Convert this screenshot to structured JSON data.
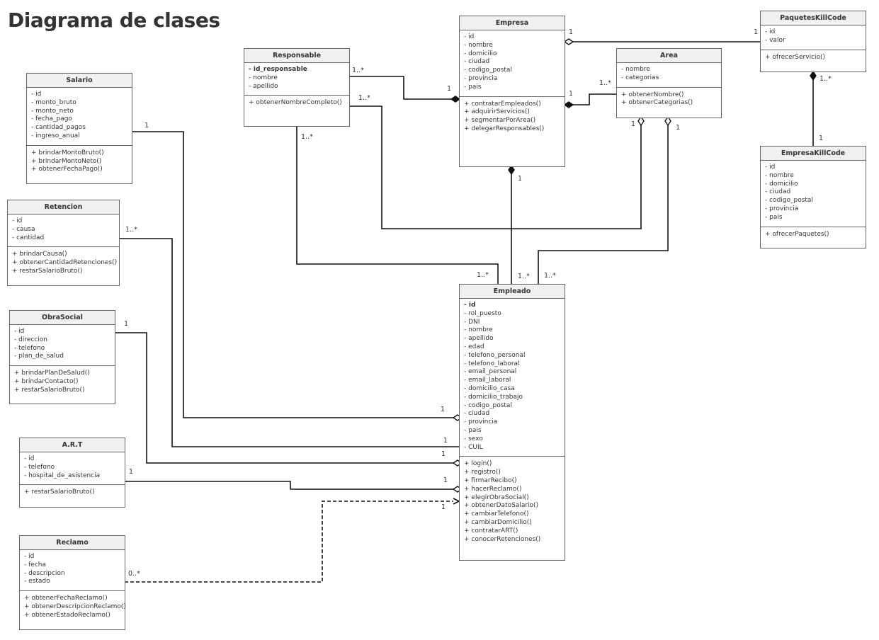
{
  "title": "Diagrama de clases",
  "classes": {
    "empresa": {
      "name": "Empresa",
      "attributes": [
        "- id",
        "- nombre",
        "- domicilio",
        "- ciudad",
        "- codigo_postal",
        "- provincia",
        "- pais"
      ],
      "operations": [
        "+ contratarEmpleados()",
        "+ adquirirServicios()",
        "+ segmentarPorArea()",
        "+ delegarResponsables()"
      ]
    },
    "paquetes": {
      "name": "PaquetesKillCode",
      "attributes": [
        "- id",
        "- valor"
      ],
      "operations": [
        "+ ofrecerServicio()"
      ]
    },
    "area": {
      "name": "Area",
      "attributes": [
        "- nombre",
        "- categorias"
      ],
      "operations": [
        "+ obtenerNombre()",
        "+ obtenerCategorias()"
      ]
    },
    "responsable": {
      "name": "Responsable",
      "attributes": [
        "- id_responsable",
        "- nombre",
        "- apellido"
      ],
      "operations": [
        "+ obtenerNombreCompleto()"
      ]
    },
    "salario": {
      "name": "Salario",
      "attributes": [
        "- id",
        "- monto_bruto",
        "- monto_neto",
        "- fecha_pago",
        "- cantidad_pagos",
        "- ingreso_anual"
      ],
      "operations": [
        "+ brindarMontoBruto()",
        "+ brindarMontoNeto()",
        "+ obtenerFechaPago()"
      ]
    },
    "retencion": {
      "name": "Retencion",
      "attributes": [
        "- id",
        "- causa",
        "- cantidad"
      ],
      "operations": [
        "+ brindarCausa()",
        "+ obtenerCantidadRetenciones()",
        "+ restarSalarioBruto()"
      ]
    },
    "obrasocial": {
      "name": "ObraSocial",
      "attributes": [
        "- id",
        "- direccion",
        "- telefono",
        "- plan_de_salud"
      ],
      "operations": [
        "+ brindarPlanDeSalud()",
        "+ brindarContacto()",
        "+ restarSalarioBruto()"
      ]
    },
    "art": {
      "name": "A.R.T",
      "attributes": [
        "- id",
        "- telefono",
        "- hospital_de_asistencia"
      ],
      "operations": [
        "+ restarSalarioBruto()"
      ]
    },
    "reclamo": {
      "name": "Reclamo",
      "attributes": [
        "- id",
        "- fecha",
        "- descripcion",
        "- estado"
      ],
      "operations": [
        "+ obtenerFechaReclamo()",
        "+ obtenerDescripcionReclamo()",
        "+ obtenerEstadoReclamo()"
      ]
    },
    "empresakc": {
      "name": "EmpresaKillCode",
      "attributes": [
        "- id",
        "- nombre",
        "- domicilio",
        "- ciudad",
        "- codigo_postal",
        "- provincia",
        "- pais"
      ],
      "operations": [
        "+ ofrecerPaquetes()"
      ]
    },
    "empleado": {
      "name": "Empleado",
      "attributes": [
        "- id",
        "- rol_puesto",
        "- DNI",
        "- nombre",
        "- apellido",
        "- edad",
        "- telefono_personal",
        "- telefono_laboral",
        "- email_personal",
        "- email_laboral",
        "- domicilio_casa",
        "- domicilio_trabajo",
        "- codigo_postal",
        "- ciudad",
        "- provincia",
        "- pais",
        "- sexo",
        "- CUIL"
      ],
      "operations": [
        "+ login()",
        "+ registro()",
        "+ firmarRecibo()",
        "+ hacerReclamo()",
        "+ elegirObraSocial()",
        "+ obtenerDatoSalario()",
        "+ cambiarTelefono()",
        "+ cambiarDomicilio()",
        "+ contratarART()",
        "+ conocerRetenciones()"
      ]
    }
  },
  "multiplicities": {
    "emp_paq_1": "1",
    "paq_emp_1": "1",
    "resp_emp": "1..*",
    "emp_resp": "1",
    "area_emp": "1..*",
    "emp_area": "1",
    "resp_area": "1..*",
    "area_1a": "1",
    "area_1b": "1",
    "resp_down": "1..*",
    "salario_1": "1",
    "paq_ekc": "1..*",
    "ekc_paq": "1",
    "emp_empl": "1",
    "empl_resp": "1..*",
    "empl_emp": "1..*",
    "empl_area": "1..*",
    "ret_m": "1..*",
    "obra_m": "1",
    "art_m": "1",
    "recl_m": "0..*",
    "empl_sal": "1",
    "empl_ret": "1",
    "empl_obra": "1",
    "empl_art": "1",
    "empl_recl": "1"
  },
  "colors": {
    "line": "#111111",
    "border": "#666666",
    "header": "#f0f0f0"
  }
}
